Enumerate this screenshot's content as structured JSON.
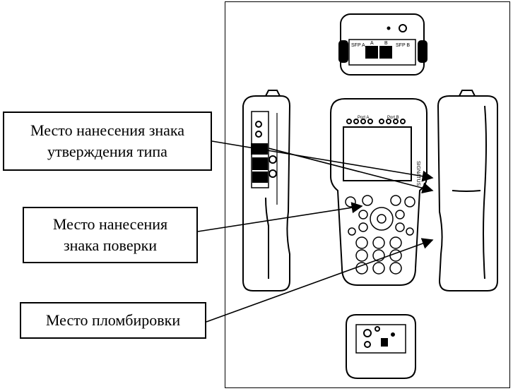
{
  "labels": {
    "type_approval_mark": "Место нанесения знака\nутверждения типа",
    "verification_mark": "Место нанесения\nзнака поверки",
    "sealing_place": "Место пломбировки"
  },
  "device": {
    "top_view_port_labels": [
      "SFP A",
      "A",
      "B",
      "SFP B"
    ],
    "front_port_labels": [
      "Port A",
      "Port B"
    ]
  }
}
